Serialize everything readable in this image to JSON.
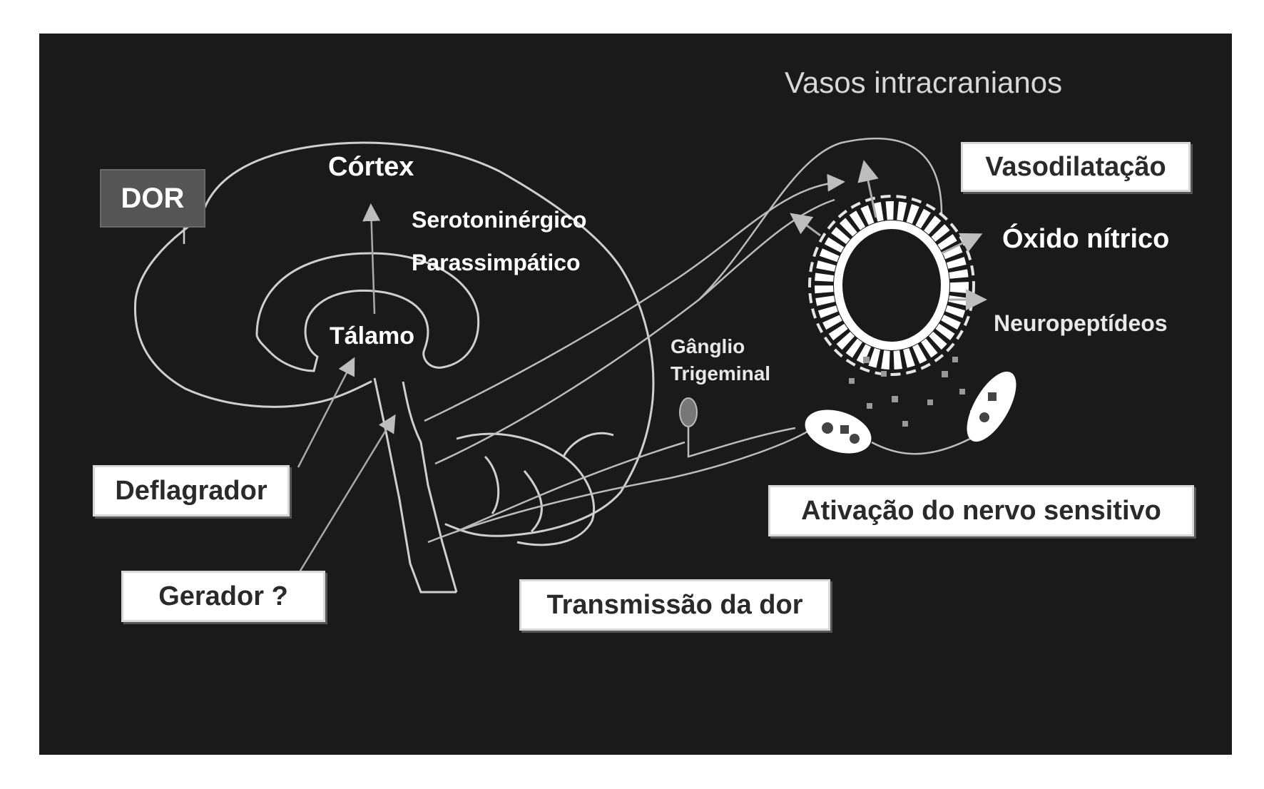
{
  "labels": {
    "vasos": "Vasos intracranianos",
    "cortex": "Córtex",
    "dor": "DOR",
    "serotoninergico": "Serotoninérgico",
    "parassimpatico": "Parassimpático",
    "vasodilatacao": "Vasodilatação",
    "oxido": "Óxido nítrico",
    "neuropeptideos": "Neuropeptídeos",
    "talamo": "Tálamo",
    "ganglio": "Gânglio",
    "trigeminal": "Trigeminal",
    "deflagrador": "Deflagrador",
    "gerador": "Gerador ?",
    "ativacao": "Ativação do nervo sensitivo",
    "transmissao": "Transmissão da dor"
  },
  "colors": {
    "background": "#1a1a1a",
    "line": "#cfcfcf",
    "label_box": "#ffffff",
    "dor_box": "#555555"
  }
}
